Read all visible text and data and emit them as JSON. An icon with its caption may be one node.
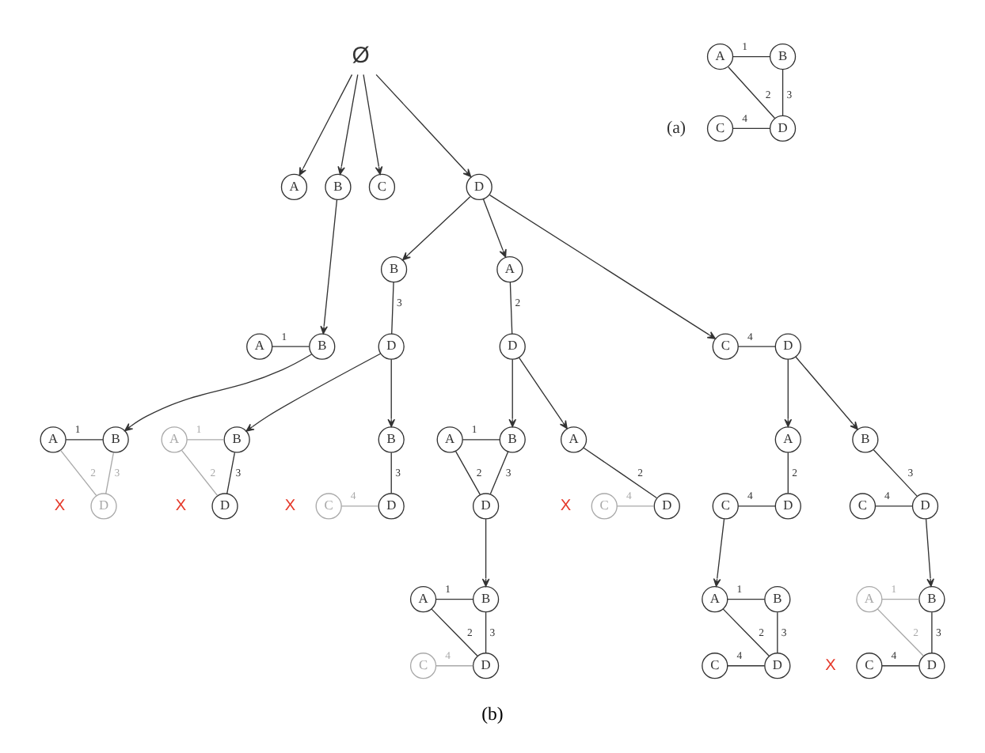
{
  "diagram": {
    "caption": "(b)",
    "nodes": [
      {
        "text": [
          "Ø"
        ]
      },
      {
        "text": [
          "A"
        ]
      },
      {
        "text": [
          "B"
        ]
      },
      {
        "text": [
          "C"
        ]
      },
      {
        "text": [
          "D"
        ]
      },
      {
        "text": [
          "A"
        ]
      },
      {
        "text": [
          "B"
        ]
      },
      {
        "text": [
          "C"
        ]
      },
      {
        "text": [
          "D"
        ]
      },
      {
        "text": [
          "A"
        ]
      },
      {
        "text": [
          "B"
        ]
      },
      {
        "text": [
          "A"
        ]
      },
      {
        "text": [
          "D"
        ]
      },
      {
        "text": [
          "B"
        ]
      },
      {
        "text": [
          "D"
        ]
      },
      {
        "text": [
          "C"
        ]
      },
      {
        "text": [
          "D"
        ]
      },
      {
        "text": [
          "A"
        ]
      },
      {
        "text": [
          "B"
        ]
      },
      {
        "text": [
          "D"
        ]
      },
      {
        "text": [
          "A"
        ]
      },
      {
        "text": [
          "B"
        ]
      },
      {
        "text": [
          "D"
        ]
      },
      {
        "text": [
          "A"
        ]
      },
      {
        "text": [
          "C"
        ]
      },
      {
        "text": [
          "D"
        ]
      },
      {
        "text": [
          "A"
        ]
      },
      {
        "text": [
          "B"
        ]
      },
      {
        "text": [
          "D"
        ]
      },
      {
        "text": [
          "B"
        ]
      },
      {
        "text": [
          "C"
        ]
      },
      {
        "text": [
          "D"
        ]
      },
      {
        "text": [
          "A"
        ]
      },
      {
        "text": [
          "C"
        ]
      },
      {
        "text": [
          "D"
        ]
      },
      {
        "text": [
          "B"
        ]
      },
      {
        "text": [
          "C"
        ]
      },
      {
        "text": [
          "D"
        ]
      },
      {
        "text": [
          "A"
        ]
      },
      {
        "text": [
          "B"
        ]
      },
      {
        "text": [
          "C"
        ]
      },
      {
        "text": [
          "D"
        ]
      },
      {
        "text": [
          "A"
        ]
      },
      {
        "text": [
          "B"
        ]
      },
      {
        "text": [
          "C"
        ]
      },
      {
        "text": [
          "D"
        ]
      },
      {
        "text": [
          "A"
        ]
      },
      {
        "text": [
          "B"
        ]
      },
      {
        "text": [
          "C"
        ]
      },
      {
        "text": [
          "D"
        ]
      }
    ],
    "edges": [
      {
        "from": 1,
        "to": 2,
        "arrow": "none",
        "label": "1"
      },
      {
        "from": 1,
        "to": 4,
        "arrow": "none",
        "label": "2"
      },
      {
        "from": 2,
        "to": 4,
        "arrow": "none",
        "label": "3"
      },
      {
        "from": 3,
        "to": 4,
        "arrow": "none",
        "label": "4"
      },
      {
        "from": 0,
        "to": 5,
        "arrow": "to"
      },
      {
        "from": 0,
        "to": 6,
        "arrow": "to"
      },
      {
        "from": 0,
        "to": 7,
        "arrow": "to"
      },
      {
        "from": 0,
        "to": 8,
        "arrow": "to"
      },
      {
        "from": 6,
        "to": 10,
        "arrow": "to"
      },
      {
        "from": 9,
        "to": 10,
        "arrow": "none",
        "label": "1"
      },
      {
        "from": 8,
        "to": 11,
        "arrow": "to"
      },
      {
        "from": 8,
        "to": 13,
        "arrow": "to"
      },
      {
        "from": 8,
        "to": 15,
        "arrow": "to"
      },
      {
        "from": 11,
        "to": 12,
        "arrow": "none",
        "label": "2"
      },
      {
        "from": 13,
        "to": 14,
        "arrow": "none",
        "label": "3"
      },
      {
        "from": 15,
        "to": 16,
        "arrow": "none",
        "label": "4"
      },
      {
        "from": 10,
        "to": 18,
        "arrow": "to"
      },
      {
        "from": 17,
        "to": 18,
        "arrow": "none",
        "label": "1"
      },
      {
        "from": 17,
        "to": 19,
        "arrow": "none",
        "label": "2",
        "color": "#a9a9a9"
      },
      {
        "from": 18,
        "to": 19,
        "arrow": "none",
        "label": "3",
        "color": "#a9a9a9"
      },
      {
        "from": 12,
        "to": 21,
        "arrow": "to"
      },
      {
        "from": 12,
        "to": 23,
        "arrow": "to"
      },
      {
        "from": 20,
        "to": 21,
        "arrow": "none",
        "label": "1"
      },
      {
        "from": 20,
        "to": 22,
        "arrow": "none",
        "label": "2"
      },
      {
        "from": 21,
        "to": 22,
        "arrow": "none",
        "label": "3"
      },
      {
        "from": 23,
        "to": 25,
        "arrow": "none",
        "label": "2"
      },
      {
        "from": 24,
        "to": 25,
        "arrow": "none",
        "label": "4",
        "color": "#a9a9a9"
      },
      {
        "from": 14,
        "to": 27,
        "arrow": "to"
      },
      {
        "from": 14,
        "to": 29,
        "arrow": "to"
      },
      {
        "from": 26,
        "to": 27,
        "arrow": "none",
        "label": "1",
        "color": "#a9a9a9"
      },
      {
        "from": 26,
        "to": 28,
        "arrow": "none",
        "label": "2",
        "color": "#a9a9a9"
      },
      {
        "from": 27,
        "to": 28,
        "arrow": "none",
        "label": "3"
      },
      {
        "from": 29,
        "to": 31,
        "arrow": "none",
        "label": "3"
      },
      {
        "from": 30,
        "to": 31,
        "arrow": "none",
        "label": "4",
        "color": "#a9a9a9"
      },
      {
        "from": 16,
        "to": 32,
        "arrow": "to"
      },
      {
        "from": 16,
        "to": 35,
        "arrow": "to"
      },
      {
        "from": 32,
        "to": 34,
        "arrow": "none",
        "label": "2"
      },
      {
        "from": 33,
        "to": 34,
        "arrow": "none",
        "label": "4"
      },
      {
        "from": 35,
        "to": 37,
        "arrow": "none",
        "label": "3"
      },
      {
        "from": 36,
        "to": 37,
        "arrow": "none",
        "label": "4"
      },
      {
        "from": 22,
        "to": 39,
        "arrow": "to"
      },
      {
        "from": 38,
        "to": 39,
        "arrow": "none",
        "label": "1"
      },
      {
        "from": 38,
        "to": 41,
        "arrow": "none",
        "label": "2"
      },
      {
        "from": 39,
        "to": 41,
        "arrow": "none",
        "label": "3"
      },
      {
        "from": 40,
        "to": 41,
        "arrow": "none",
        "label": "4",
        "color": "#a9a9a9"
      },
      {
        "from": 33,
        "to": 42,
        "arrow": "to"
      },
      {
        "from": 42,
        "to": 43,
        "arrow": "none",
        "label": "1"
      },
      {
        "from": 42,
        "to": 45,
        "arrow": "none",
        "label": "2"
      },
      {
        "from": 43,
        "to": 45,
        "arrow": "none",
        "label": "3"
      },
      {
        "from": 44,
        "to": 45,
        "arrow": "none",
        "label": "4"
      },
      {
        "from": 37,
        "to": 47,
        "arrow": "to"
      },
      {
        "from": 46,
        "to": 47,
        "arrow": "none",
        "label": "1",
        "color": "#a9a9a9"
      },
      {
        "from": 46,
        "to": 49,
        "arrow": "none",
        "label": "2",
        "color": "#a9a9a9"
      },
      {
        "from": 47,
        "to": 49,
        "arrow": "none",
        "label": "3"
      },
      {
        "from": 48,
        "to": 49,
        "arrow": "none",
        "label": "4"
      }
    ],
    "labels": [
      "(a)",
      "X",
      "X",
      "X",
      "X",
      "X"
    ]
  }
}
